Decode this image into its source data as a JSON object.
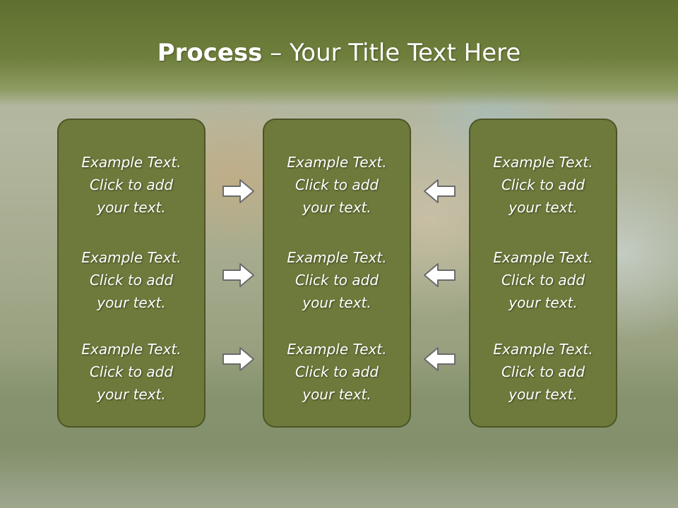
{
  "slide": {
    "title_bold": "Process",
    "title_rest": " – Your Title Text Here"
  },
  "panels": [
    {
      "items": [
        {
          "line1": "Example Text.",
          "line2": "Click  to add",
          "line3": "your text."
        },
        {
          "line1": "Example Text.",
          "line2": "Click  to add",
          "line3": "your text."
        },
        {
          "line1": "Example Text.",
          "line2": "Click  to add",
          "line3": "your text."
        }
      ]
    },
    {
      "items": [
        {
          "line1": "Example Text.",
          "line2": "Click  to add",
          "line3": "your text."
        },
        {
          "line1": "Example Text.",
          "line2": "Click  to add",
          "line3": "your text."
        },
        {
          "line1": "Example Text.",
          "line2": "Click  to add",
          "line3": "your text."
        }
      ]
    },
    {
      "items": [
        {
          "line1": "Example Text.",
          "line2": "Click  to add",
          "line3": "your text."
        },
        {
          "line1": "Example Text.",
          "line2": "Click  to add",
          "line3": "your text."
        },
        {
          "line1": "Example Text.",
          "line2": "Click  to add",
          "line3": "your text."
        }
      ]
    }
  ],
  "arrows": {
    "left_column": [
      "arrow-right-icon",
      "arrow-right-icon",
      "arrow-right-icon"
    ],
    "right_column": [
      "arrow-left-icon",
      "arrow-left-icon",
      "arrow-left-icon"
    ]
  },
  "colors": {
    "title_bar": "#6b7a34",
    "panel_fill": "#6e7a3b",
    "panel_border": "#4d5526",
    "arrow_fill": "#ffffff",
    "arrow_stroke": "#6b6b6b"
  }
}
